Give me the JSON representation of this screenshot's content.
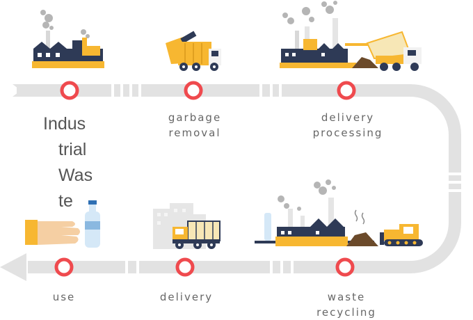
{
  "title": [
    "Indus",
    "trial",
    "Was",
    "te"
  ],
  "steps": [
    {
      "lines": [
        "garbage",
        "removal"
      ]
    },
    {
      "lines": [
        "delivery",
        "processing"
      ]
    },
    {
      "lines": [
        "use"
      ]
    },
    {
      "lines": [
        "delivery"
      ]
    },
    {
      "lines": [
        "waste",
        "recycling"
      ]
    }
  ],
  "colors": {
    "track": "#e2e2e2",
    "marker": "#ef4a4e",
    "accent": "#f7b731",
    "dark": "#2e3a56",
    "smoke": "#b5b5b5"
  }
}
